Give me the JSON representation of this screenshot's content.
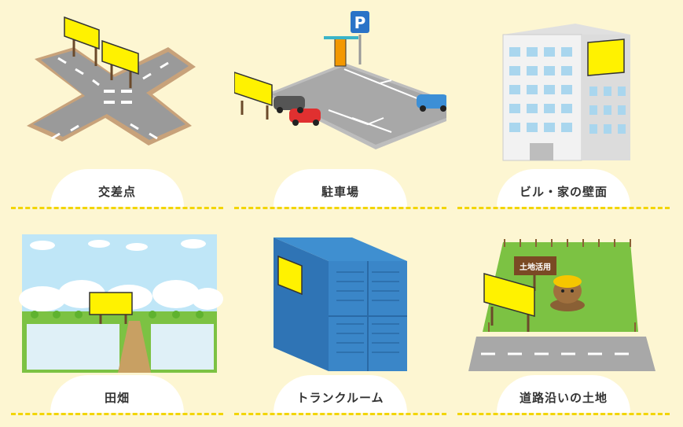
{
  "locations": [
    {
      "label": "交差点"
    },
    {
      "label": "駐車場"
    },
    {
      "label": "ビル・家の壁面"
    },
    {
      "label": "田畑"
    },
    {
      "label": "トランクルーム"
    },
    {
      "label": "道路沿いの土地"
    }
  ],
  "signs": {
    "land_use": "土地活用"
  },
  "parking_mark": "P",
  "colors": {
    "billboard": "#fff200",
    "background": "#fdf6d2",
    "dash": "#f2d500"
  }
}
